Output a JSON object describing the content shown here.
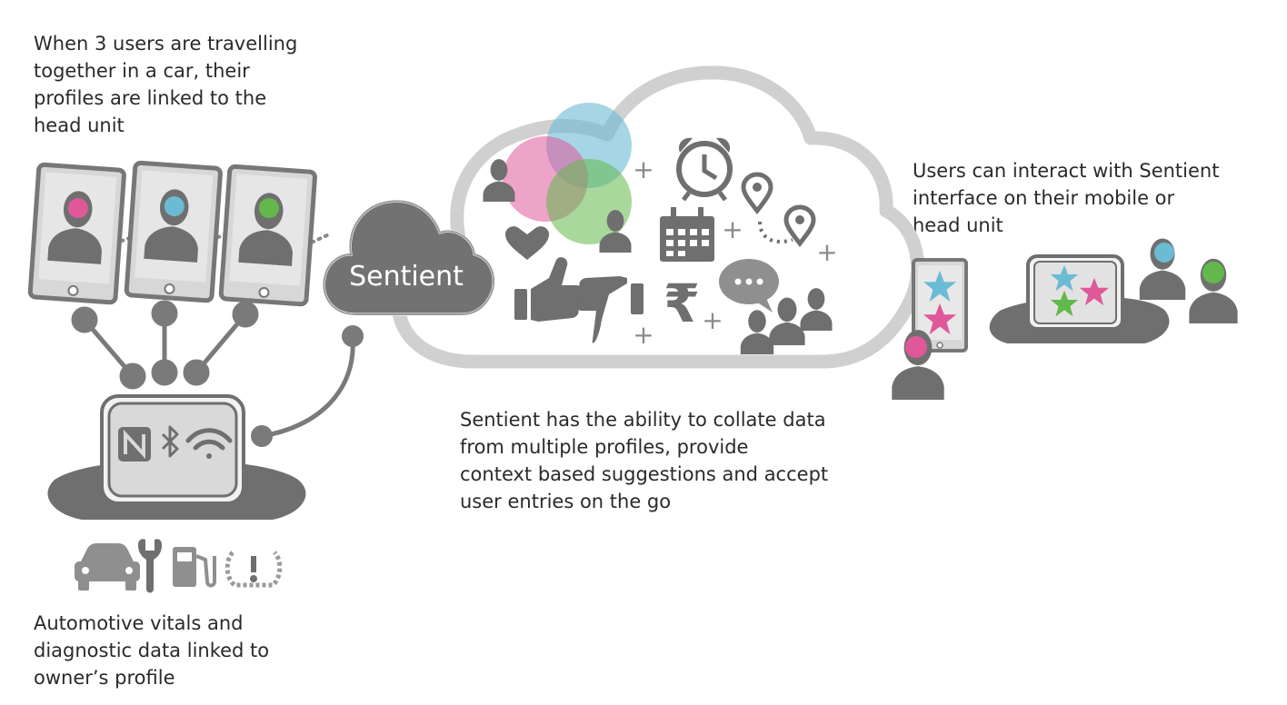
{
  "captions": {
    "linked_profiles": [
      "When 3 users are travelling",
      "together in a car, their",
      "profiles are linked to the",
      "head unit"
    ],
    "interact": [
      "Users can interact with Sentient",
      "interface on their mobile or",
      "head unit"
    ],
    "collate": [
      "Sentient has the ability to collate data",
      "from multiple profiles, provide",
      "context based suggestions and accept",
      "user entries on the go"
    ],
    "vitals": [
      "Automotive vitals and",
      "diagnostic data linked to",
      "owner’s profile"
    ]
  },
  "brand": {
    "cloud_label": "Sentient"
  },
  "icons": {
    "cloud": [
      "user-icon",
      "heart-icon",
      "thumbs-up-icon",
      "thumbs-down-icon",
      "alarm-clock-icon",
      "calendar-icon",
      "location-pin-icon",
      "route-icon",
      "rupee-icon",
      "chat-bubble-icon",
      "group-icon"
    ],
    "connectivity": [
      "nfc-icon",
      "bluetooth-icon",
      "wifi-icon"
    ],
    "vehicle": [
      "car-icon",
      "wrench-icon",
      "fuel-pump-icon",
      "tire-pressure-warning-icon"
    ]
  },
  "colors": {
    "gray": "#6f6f6f",
    "pink": "#e0589a",
    "blue": "#6bbbd4",
    "green": "#62b84a",
    "cloud_outline": "#cfcfcf"
  },
  "plus_symbol": "+"
}
